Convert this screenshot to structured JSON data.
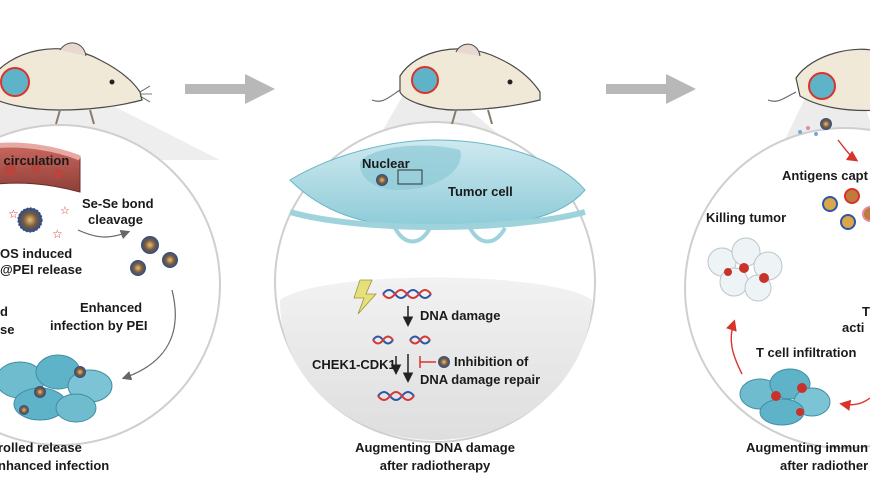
{
  "panel1": {
    "label_circulation": "d circulation",
    "label_sese_1": "Se-Se bond",
    "label_sese_2": "cleavage",
    "label_ros_1": "OS induced",
    "label_ros_2": "@PEI release",
    "label_left_1": "d",
    "label_left_2": "se",
    "label_enhanced_1": "Enhanced",
    "label_enhanced_2": "infection  by PEI",
    "caption_1": "rolled release",
    "caption_2": "nhanced infection"
  },
  "panel2": {
    "label_nuclear": "Nuclear",
    "label_tumor_cell": "Tumor cell",
    "label_dna_damage": "DNA damage",
    "label_chek": "CHEK1-CDK1",
    "label_inhibition_1": "Inhibition of",
    "label_inhibition_2": "DNA damage repair",
    "caption_1": "Augmenting DNA damage",
    "caption_2": "after radiotherapy"
  },
  "panel3": {
    "label_antigens": "Antigens capt",
    "label_killing": "Killing tumor",
    "label_t_1": "T",
    "label_t_2": "acti",
    "label_tcell_inf": "T cell infiltration",
    "caption_1": "Augmenting immun",
    "caption_2": "after radiother"
  },
  "colors": {
    "tumor_blue": "#5fb3c9",
    "arrow_red": "#d9342b",
    "dna_blue": "#2e56a8",
    "dna_red": "#d23a3a",
    "flow_arrow": "#b8b8b8",
    "membrane": "#9fd3dc"
  }
}
